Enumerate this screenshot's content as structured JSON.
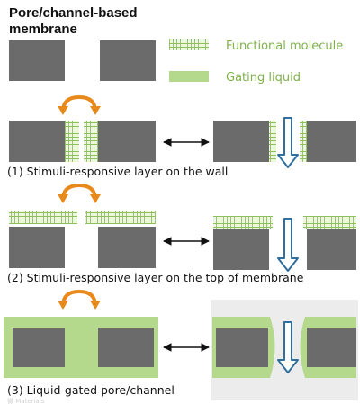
{
  "title_line1": "Pore/channel-based",
  "title_line2": "membrane",
  "legend": {
    "functional_label": "Functional molecule",
    "gating_label": "Gating liquid"
  },
  "captions": {
    "row1": "(1) Stimuli-responsive layer on the wall",
    "row2": "(2) Stimuli-responsive layer on the top of membrane",
    "row3": "(3) Liquid-gated pore/channel"
  },
  "watermark": "微 Materials",
  "colors": {
    "block": "#6b6b6b",
    "functional": "#a6cf7a",
    "gating": "#b5d98c",
    "stimulus_arrow": "#e8891c",
    "flow_arrow": "#2f6f9e",
    "caption_text": "#111111",
    "legend_text": "#7fb24a"
  }
}
